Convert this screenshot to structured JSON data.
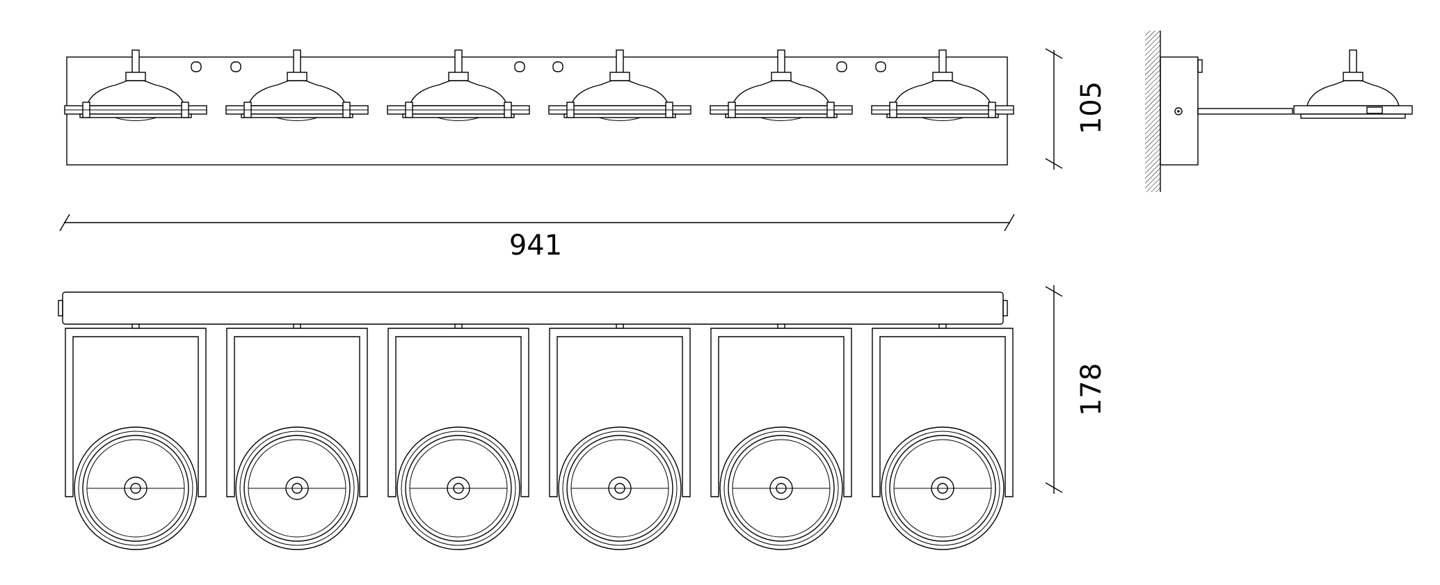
{
  "dimensions": {
    "width": "941",
    "depth": "105",
    "height": "178"
  },
  "fixture": {
    "spot_count": 6
  },
  "colors": {
    "line": "#000000",
    "background": "#ffffff"
  }
}
